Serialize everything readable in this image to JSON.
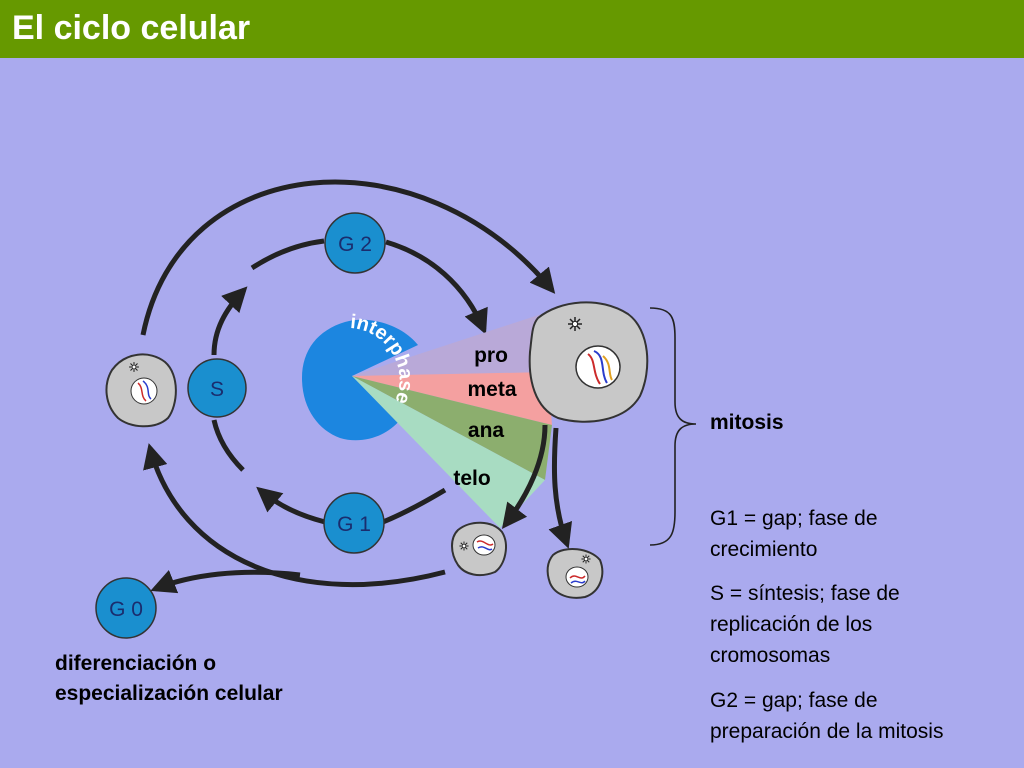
{
  "slide": {
    "title": "El ciclo celular"
  },
  "phases": {
    "g2": "G 2",
    "s": "S",
    "g1": "G 1",
    "g0": "G 0",
    "interphase": "interphase"
  },
  "mitosis_stages": [
    "pro",
    "meta",
    "ana",
    "telo"
  ],
  "mitosis_label": "mitosis",
  "g0_caption": [
    "diferenciación o",
    "especialización celular"
  ],
  "definitions": [
    [
      "G1 = gap; fase de",
      "crecimiento"
    ],
    [
      "S = síntesis; fase de",
      "replicación de los",
      "cromosomas"
    ],
    [
      "G2 = gap; fase de",
      "preparación de la mitosis"
    ]
  ],
  "colors": {
    "header": "#669900",
    "background": "#aaaaee",
    "phase_node": "#1a8fcf",
    "interphase": "#1c86e0",
    "pro": "#b9a9d8",
    "meta": "#f4a0a0",
    "ana": "#8cae6e",
    "telo": "#a8dcc2",
    "cell": "#c8c8c8"
  }
}
